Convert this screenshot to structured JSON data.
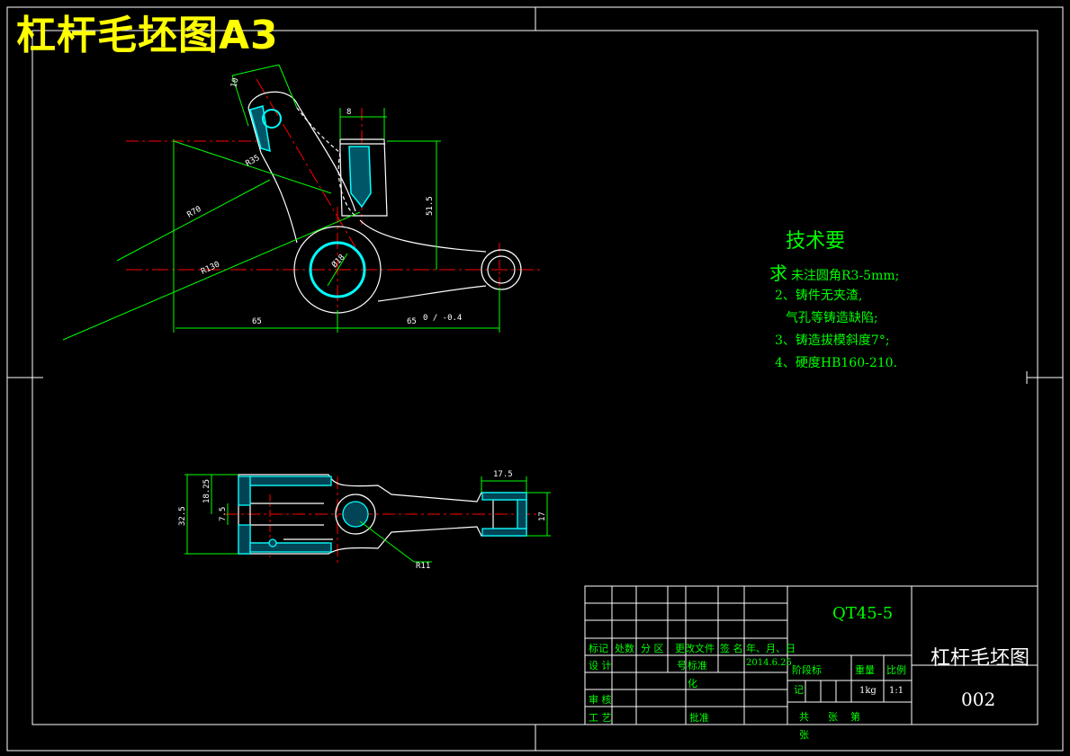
{
  "header": {
    "title": "杠杆毛坯图A3"
  },
  "technical_requirements": {
    "title": "技术要",
    "title_tail": "求",
    "items": [
      "未注圆角R3-5mm;",
      "2、铸件无夹渣,",
      "气孔等铸造缺陷;",
      "3、铸造拔模斜度7°;",
      "4、硬度HB160-210."
    ]
  },
  "dimensions": {
    "d1": "10",
    "d2": "8",
    "d3": "R35",
    "d4": "R70",
    "d5": "R130",
    "d6": "51.5",
    "d7": "Ø18",
    "d8": "65",
    "d9": "65",
    "d9_tol": "0\n-0.4",
    "d10": "17.5",
    "d11": "18.25",
    "d12": "32.5",
    "d13": "7.5",
    "d14": "17",
    "d15": "R11"
  },
  "title_block": {
    "material": "QT45-5",
    "part_name": "杠杆毛坯图",
    "drawing_no": "002",
    "row_labels": [
      "标记",
      "处数",
      "分 区",
      "更改文件",
      "签 名",
      "年、月、日"
    ],
    "design": "设 计",
    "standardize": "标准",
    "standardize2": "化",
    "date": "2014.6.25",
    "review": "审 核",
    "process": "工 艺",
    "approve": "批准",
    "stage_mark": "阶段标",
    "stage_mark2": "记",
    "weight_label": "重量",
    "scale_label": "比例",
    "weight": "1kg",
    "scale": "1:1",
    "sheets_total": "共",
    "sheets_unit": "张",
    "sheet_no": "第",
    "sheet_unit2": "张",
    "num_label": "号"
  },
  "colors": {
    "background": "#000000",
    "outline": "#ffffff",
    "dimension": "#00ff00",
    "centerline": "#ff0000",
    "hatch": "#00ffff",
    "title": "#ffff00"
  }
}
